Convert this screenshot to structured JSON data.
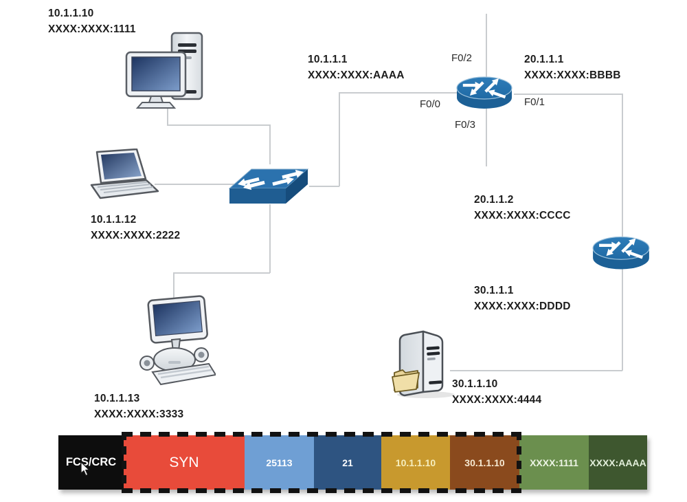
{
  "topology": {
    "hosts": {
      "pc1": {
        "ip": "10.1.1.10",
        "mac": "XXXX:XXXX:1111"
      },
      "laptop": {
        "ip": "10.1.1.12",
        "mac": "XXXX:XXXX:2222"
      },
      "pc2": {
        "ip": "10.1.1.13",
        "mac": "XXXX:XXXX:3333"
      },
      "server": {
        "ip": "30.1.1.10",
        "mac": "XXXX:XXXX:4444"
      }
    },
    "router1": {
      "lan_ip": "10.1.1.1",
      "lan_mac": "XXXX:XXXX:AAAA",
      "wan_ip": "20.1.1.1",
      "wan_mac": "XXXX:XXXX:BBBB",
      "if_f00": "F0/0",
      "if_f01": "F0/1",
      "if_f02": "F0/2",
      "if_f03": "F0/3"
    },
    "router2": {
      "wan_ip": "20.1.1.2",
      "wan_mac": "XXXX:XXXX:CCCC",
      "lan_ip": "30.1.1.1",
      "lan_mac": "XXXX:XXXX:DDDD"
    }
  },
  "frame": {
    "segments": [
      {
        "label": "FCS/CRC",
        "bg": "#0d0d0d",
        "fg": "#ffffff"
      },
      {
        "label": "SYN",
        "bg": "#e84b3a",
        "fg": "#ffffff"
      },
      {
        "label": "25113",
        "bg": "#6f9fd4",
        "fg": "#ffffff"
      },
      {
        "label": "21",
        "bg": "#2e5481",
        "fg": "#ffffff"
      },
      {
        "label": "10.1.1.10",
        "bg": "#c8992e",
        "fg": "#f6eebe"
      },
      {
        "label": "30.1.1.10",
        "bg": "#8a4a1d",
        "fg": "#f6e9d2"
      },
      {
        "label": "XXXX:1111",
        "bg": "#6b8f4e",
        "fg": "#ecf4e4"
      },
      {
        "label": "XXXX:AAAA",
        "bg": "#3e572f",
        "fg": "#e2eeda"
      }
    ]
  }
}
